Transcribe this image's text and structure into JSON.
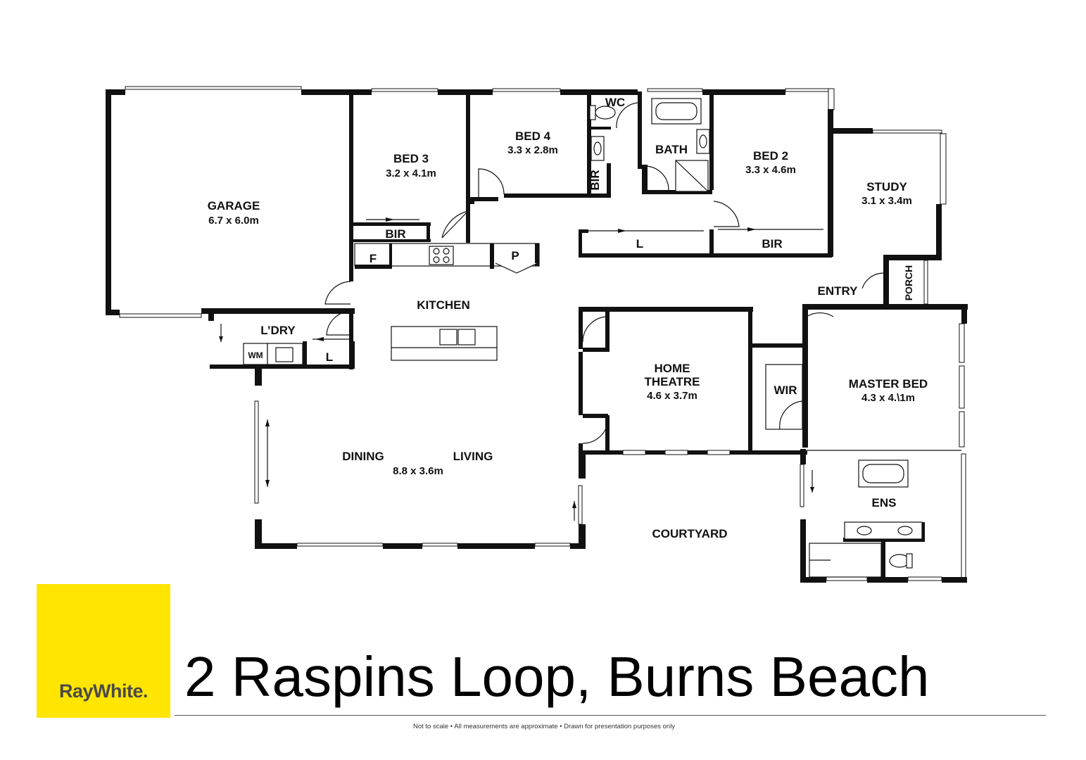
{
  "rooms": {
    "garage": {
      "name": "GARAGE",
      "dim": "6.7 x 6.0m"
    },
    "bed3": {
      "name": "BED 3",
      "dim": "3.2 x 4.1m"
    },
    "bed4": {
      "name": "BED 4",
      "dim": "3.3 x 2.8m"
    },
    "wc": {
      "name": "WC"
    },
    "bath": {
      "name": "BATH"
    },
    "bed2": {
      "name": "BED 2",
      "dim": "3.3 x 4.6m"
    },
    "study": {
      "name": "STUDY",
      "dim": "3.1 x 3.4m"
    },
    "bir_bed3": {
      "name": "BIR"
    },
    "bir_bed4": {
      "name": "BIR"
    },
    "linen_hall": {
      "name": "L"
    },
    "bir_bed2": {
      "name": "BIR"
    },
    "fridge": {
      "name": "F"
    },
    "pantry": {
      "name": "P"
    },
    "kitchen": {
      "name": "KITCHEN"
    },
    "laundry": {
      "name": "L’DRY"
    },
    "washing_machine": {
      "name": "WM"
    },
    "linen_laundry": {
      "name": "L"
    },
    "entry": {
      "name": "ENTRY"
    },
    "porch": {
      "name": "PORCH"
    },
    "home_theatre": {
      "name_line1": "HOME",
      "name_line2": "THEATRE",
      "dim": "4.6 x 3.7m"
    },
    "wir": {
      "name": "WIR"
    },
    "master_bed": {
      "name": "MASTER BED",
      "dim": "4.3 x 4.\\1m"
    },
    "dining": {
      "name": "DINING"
    },
    "living": {
      "name": "LIVING",
      "dim": "8.8 x 3.6m"
    },
    "ensuite": {
      "name": "ENS"
    },
    "courtyard": {
      "name": "COURTYARD"
    }
  },
  "brand": {
    "logo_text": "RayWhite.",
    "color": "#ffe500"
  },
  "address": "2 Raspins Loop, Burns Beach",
  "disclaimer": "Not to scale  •  All measurements are approximate  •  Drawn for presentation purposes only"
}
